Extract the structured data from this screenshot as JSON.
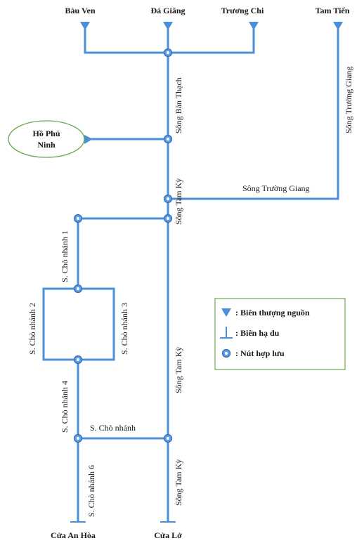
{
  "colors": {
    "river": "#4a8fd8",
    "node_fill": "#5b9be3",
    "node_ring": "#2f6fbf",
    "lake_border": "#6aa84f",
    "legend_border": "#6aa84f"
  },
  "upstream": {
    "bau_ven": "Bàu Ven",
    "dai_giang": "Đá Giăng",
    "truong_chi": "Trương Chi",
    "tam_tien": "Tam Tiến"
  },
  "lake": {
    "line1": "Hồ Phú",
    "line2": "Ninh"
  },
  "rivers": {
    "ban_thach": "Sông Bàn Thạch",
    "tam_ky_upper": "Sông Tam Kỳ",
    "tam_ky_middle": "Sông Tam Kỳ",
    "tam_ky_lower": "Sông Tam Kỳ",
    "truong_giang_h": "Sông Trường Giang",
    "truong_giang_v": "Sông Trường Giang",
    "cho_nhanh_1": "S. Chò nhánh 1",
    "cho_nhanh_2": "S. Chò nhánh 2",
    "cho_nhanh_3": "S. Chò nhánh 3",
    "cho_nhanh_4": "S. Chò nhánh 4",
    "cho_nhanh": "S. Chò nhánh",
    "cho_nhanh_6": "S. Chò nhánh 6"
  },
  "downstream": {
    "cua_an_hoa": "Cửa An Hòa",
    "cua_lo": "Cửa Lở"
  },
  "legend": {
    "upstream": ": Biên thượng nguồn",
    "downstream": ": Biên hạ du",
    "junction": ": Nút hợp lưu"
  }
}
